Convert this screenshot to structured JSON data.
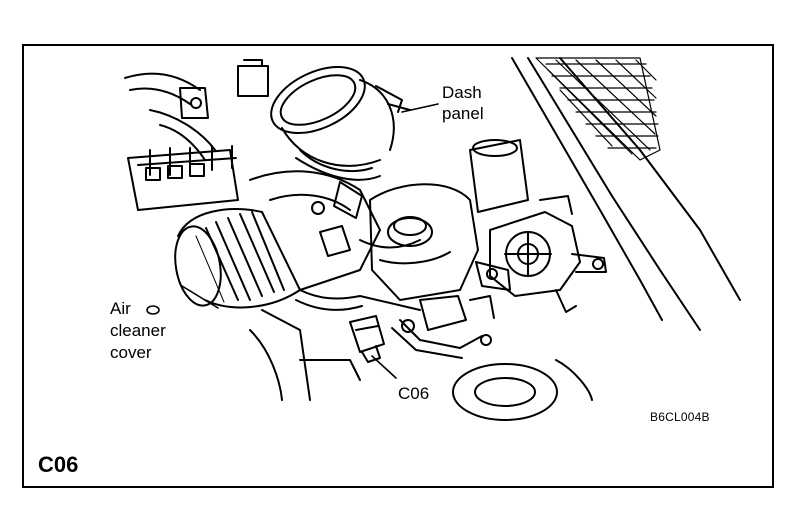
{
  "labels": {
    "dash_line1": "Dash",
    "dash_line2": "panel",
    "air_line1": "Air",
    "air_line2": "cleaner",
    "air_line3": "cover",
    "connector": "C06"
  },
  "reference_code": "B6CL004B",
  "connector_title": "C06",
  "colors": {
    "ink": "#000000",
    "paper": "#ffffff"
  }
}
